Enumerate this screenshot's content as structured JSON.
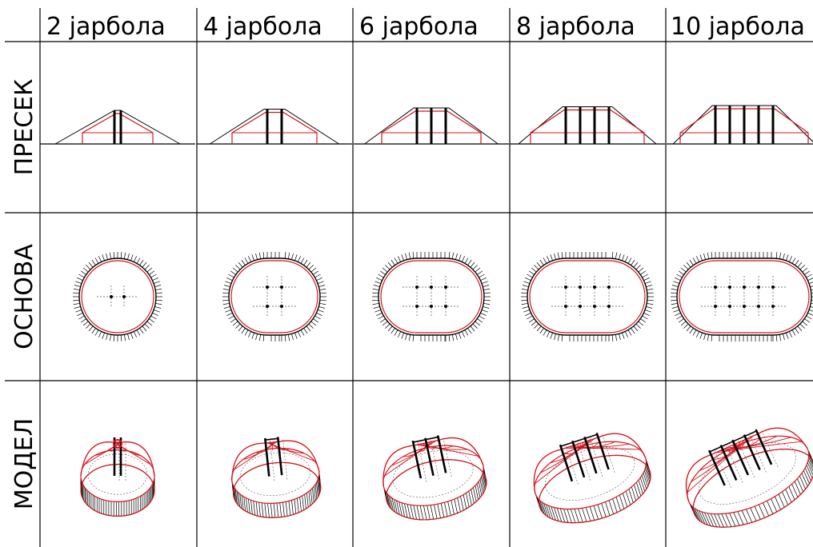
{
  "columns": [
    "2 јарбола",
    "4 јарбола",
    "6 јарбола",
    "8 јарбола",
    "10 јарбола"
  ],
  "rows": [
    "ПРЕСЕК",
    "ОСНОВА",
    "МОДЕЛ"
  ],
  "mast_counts": [
    2,
    4,
    6,
    8,
    10
  ],
  "colors": {
    "structure": "#000000",
    "tent": "#d4141c",
    "guide": "#555555"
  }
}
